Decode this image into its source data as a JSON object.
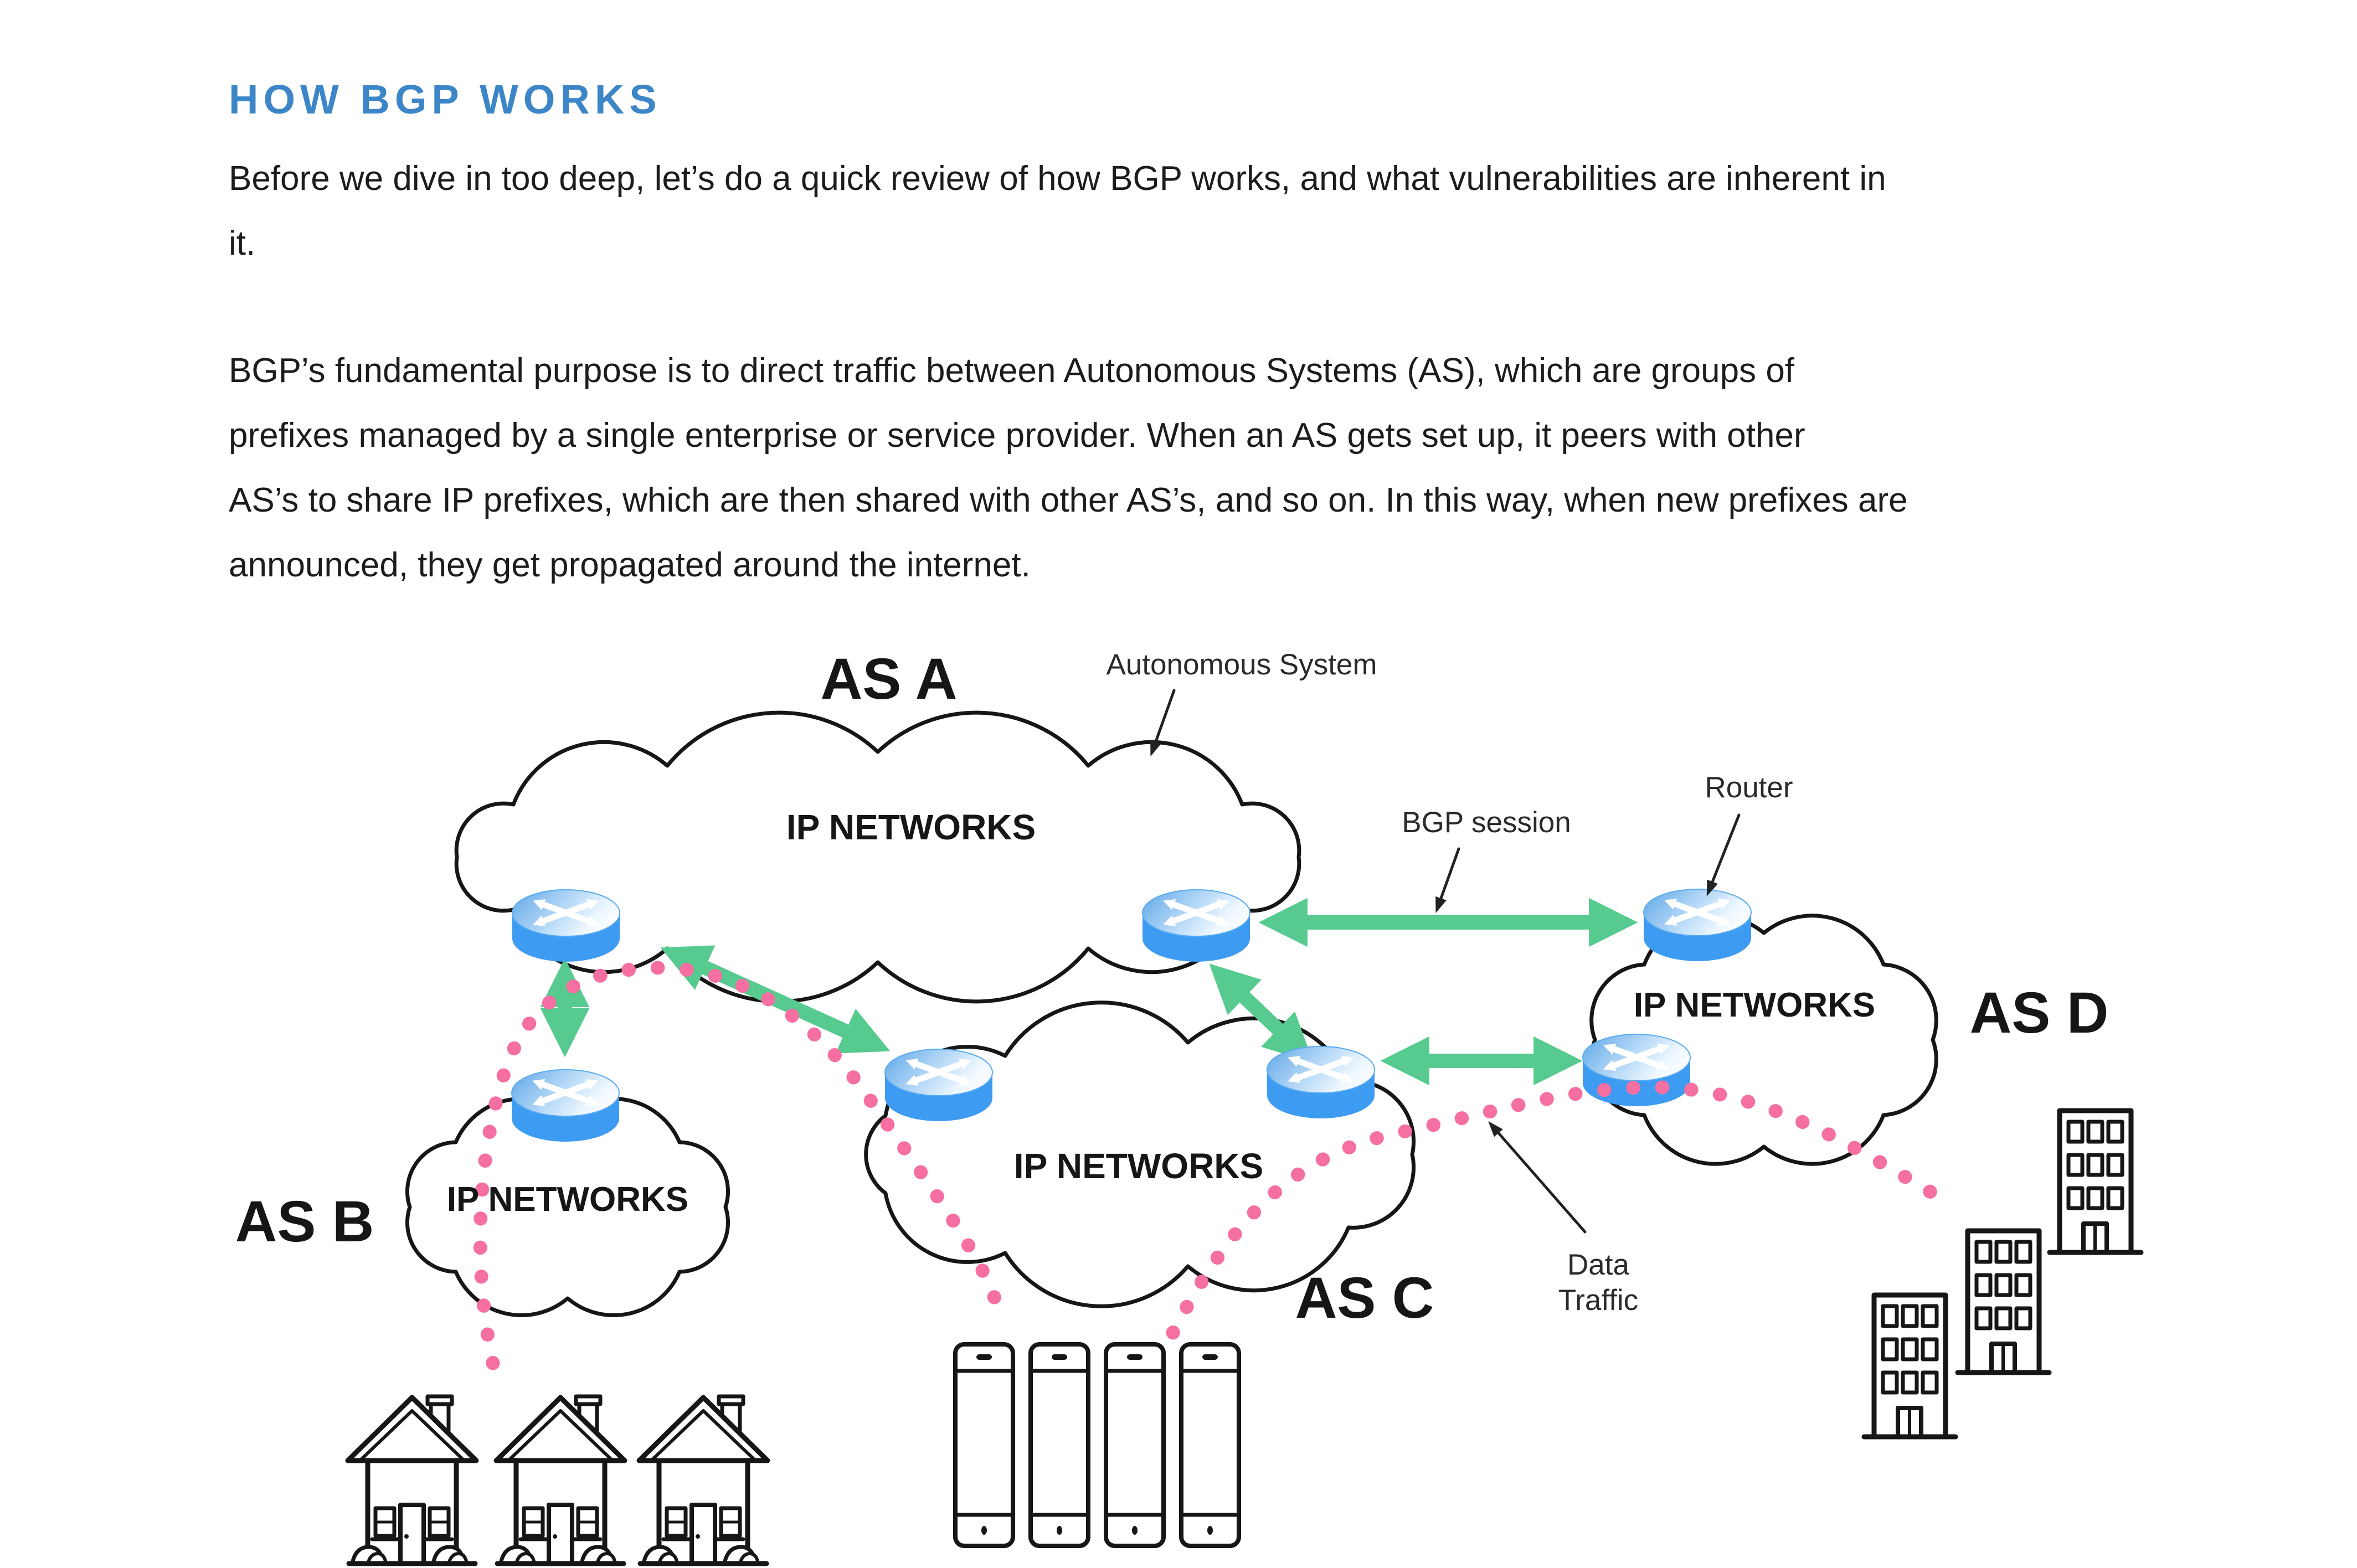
{
  "article": {
    "heading": {
      "text": "HOW BGP WORKS",
      "color": "#3c86c8"
    },
    "paragraph1_lines": [
      "Before we dive in too deep, let’s do a quick review of how BGP works, and what vulnerabilities are inherent in",
      "it."
    ],
    "paragraph2_lines": [
      "BGP’s fundamental purpose is to direct traffic between Autonomous Systems (AS), which are groups of",
      "prefixes managed by a single enterprise or service provider. When an AS gets set up, it peers with other",
      "AS’s to share IP prefixes, which are then shared with other AS’s, and so on. In this way, when new prefixes are",
      "announced, they get propagated around the internet."
    ]
  },
  "diagram": {
    "autonomous_systems": [
      {
        "id": "A",
        "label": "AS A",
        "cloud_label": "IP NETWORKS"
      },
      {
        "id": "B",
        "label": "AS B",
        "cloud_label": "IP NETWORKS"
      },
      {
        "id": "C",
        "label": "AS C",
        "cloud_label": "IP NETWORKS"
      },
      {
        "id": "D",
        "label": "AS D",
        "cloud_label": "IP NETWORKS"
      }
    ],
    "annotations": {
      "autonomous_system": "Autonomous System",
      "bgp_session": "BGP session",
      "router": "Router",
      "data_traffic": [
        "Data",
        "Traffic"
      ]
    },
    "icons": {
      "router": "router-cylinder-icon",
      "house": "house-icon",
      "smartphone": "smartphone-icon",
      "building": "office-building-icon"
    },
    "counts": {
      "routers": 7,
      "houses": 3,
      "smartphones": 4,
      "buildings": 3
    },
    "colors": {
      "bgp_session_arrow": "#57cb8f",
      "data_traffic_dotted": "#f56fa3",
      "router_body": "#3d9bf2",
      "annotation_arrow": "#222222",
      "icon_outline": "#161616"
    }
  }
}
